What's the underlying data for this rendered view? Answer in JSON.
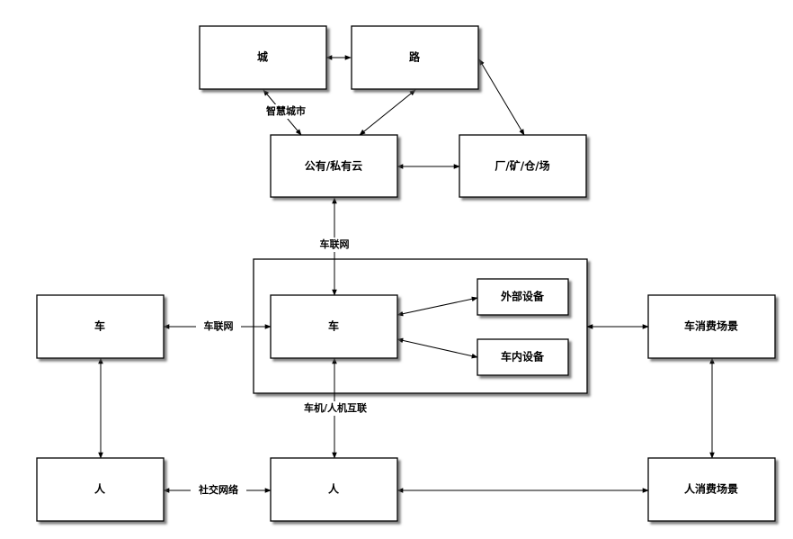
{
  "colors": {
    "line": "#000000",
    "box_fill": "#ffffff",
    "shadow": "#5a5a5a"
  },
  "nodes": {
    "city": "城",
    "road": "路",
    "cloud": "公有/私有云",
    "factory": "厂/矿/仓/场",
    "car_left": "车",
    "car_center": "车",
    "external_device": "外部设备",
    "in_car_device": "车内设备",
    "car_consumer_scene": "车消费场景",
    "person_left": "人",
    "person_center": "人",
    "person_consumer_scene": "人消费场景"
  },
  "edges": {
    "smart_city": "智慧城市",
    "iov_vertical": "车联网",
    "iov_horizontal": "车联网",
    "hmi": "车机/人机互联",
    "social_network": "社交网络"
  }
}
